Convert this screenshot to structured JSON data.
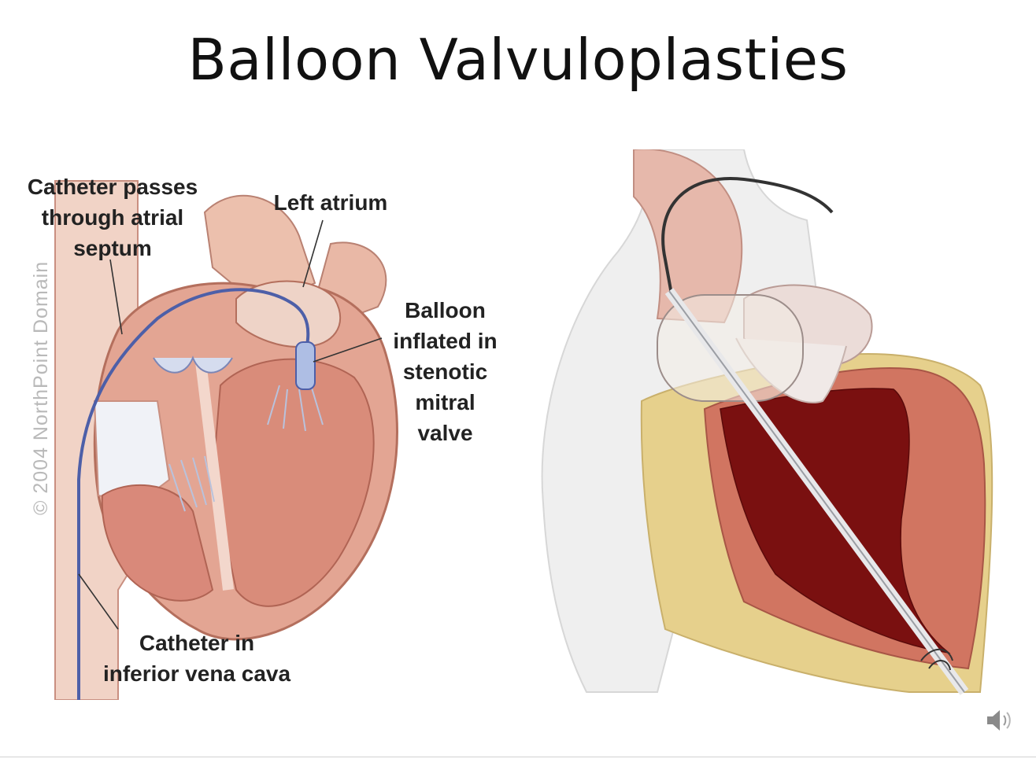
{
  "slide": {
    "title": "Balloon Valvuloplasties",
    "left_figure": {
      "labels": {
        "septum": "Catheter passes\nthrough atrial\nseptum",
        "left_atrium": "Left atrium",
        "balloon": "Balloon\ninflated in\nstenotic\nmitral\nvalve",
        "ivc": "Catheter in\ninferior vena cava"
      },
      "credit": "© 2004 NorthPoint Domain"
    },
    "right_figure": {},
    "audio_icon": "speaker-icon"
  },
  "colors": {
    "heart_wall": "#e3a593",
    "heart_muscle": "#d17561",
    "blood_dark": "#7a1010",
    "catheter": "#4d5fa8",
    "balloon": "#aebee4",
    "fat": "#e6d08c"
  }
}
